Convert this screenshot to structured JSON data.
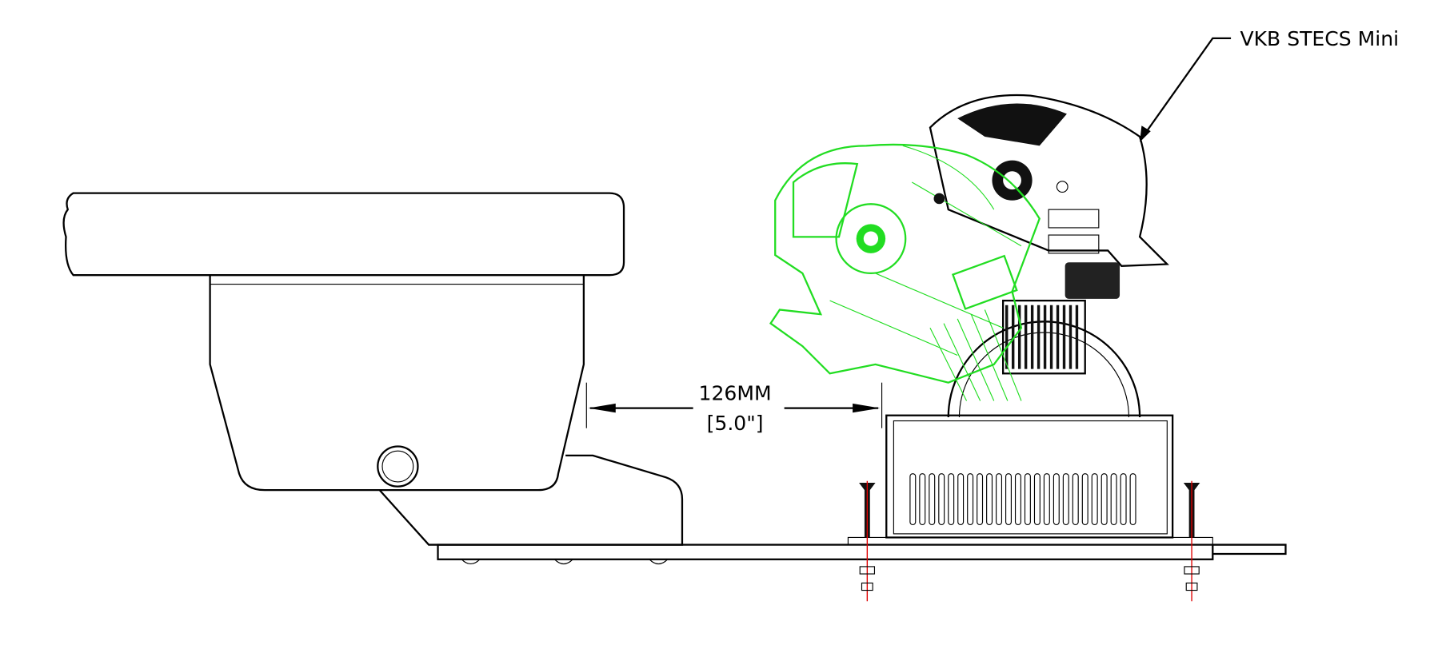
{
  "callout": {
    "label": "VKB STECS Mini"
  },
  "dimension": {
    "value_mm": "126MM",
    "value_in": "[5.0\"]"
  },
  "colors": {
    "line": "#000000",
    "alt_position": "#22dd22",
    "screw_axis": "#e00000"
  }
}
